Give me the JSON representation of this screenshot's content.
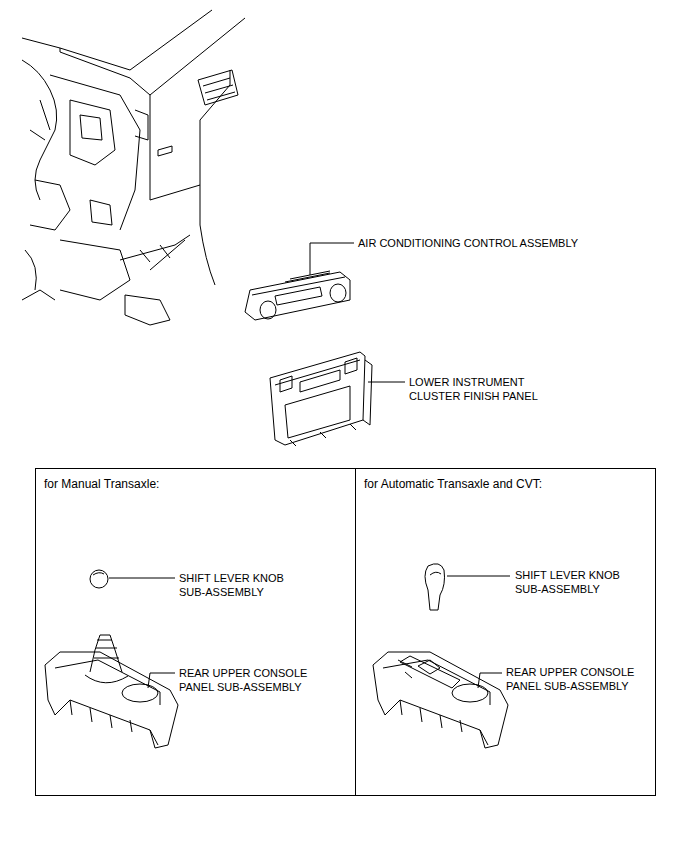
{
  "diagram": {
    "nodes": [
      {
        "text": [
          "for Manual Transaxle:"
        ]
      },
      {
        "text": [
          "for Automatic Transaxle and CVT:"
        ]
      }
    ],
    "labels": [
      "AIR CONDITIONING CONTROL ASSEMBLY",
      "LOWER INSTRUMENT CLUSTER FINISH PANEL",
      "SHIFT LEVER KNOB SUB-ASSEMBLY",
      "REAR UPPER CONSOLE PANEL SUB-ASSEMBLY",
      "SHIFT LEVER KNOB SUB-ASSEMBLY",
      "REAR UPPER CONSOLE PANEL SUB-ASSEMBLY"
    ]
  }
}
